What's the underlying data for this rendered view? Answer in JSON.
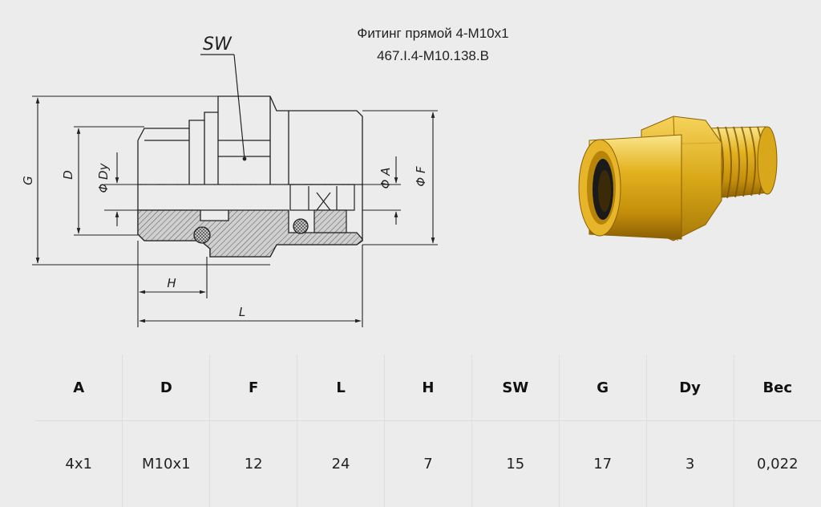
{
  "document": {
    "title": "Фитинг прямой 4-M10x1",
    "code": "467.I.4-M10.138.B"
  },
  "drawing": {
    "labels": {
      "sw": "SW",
      "g": "G",
      "d": "D",
      "dy": "Φ Dy",
      "a": "Φ A",
      "f": "Φ F",
      "h": "H",
      "l": "L"
    }
  },
  "table": {
    "headers": [
      "A",
      "D",
      "F",
      "L",
      "H",
      "SW",
      "G",
      "Dy",
      "Вес"
    ],
    "row": [
      "4x1",
      "M10x1",
      "12",
      "24",
      "7",
      "15",
      "17",
      "3",
      "0,022"
    ]
  },
  "colors": {
    "background": "#ececec",
    "line": "#222222",
    "section_fill": "#b8b8b8",
    "brass": "#d9a816",
    "brass_dark": "#9a6f05",
    "brass_light": "#f4d35a"
  }
}
